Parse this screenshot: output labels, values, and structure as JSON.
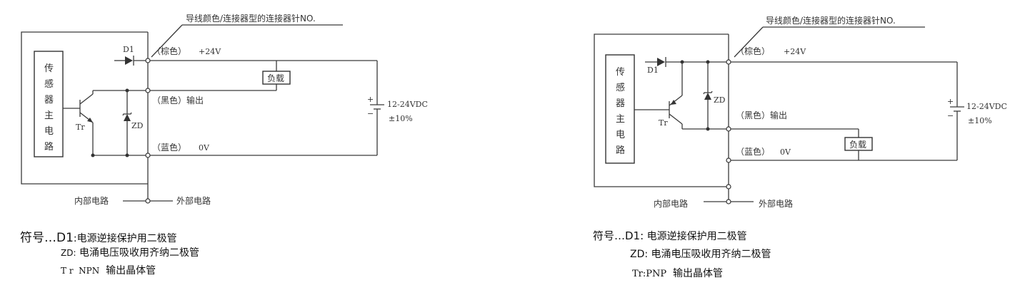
{
  "left": {
    "header": "导线颜色/连接器型的连接器针NO.",
    "sensor_chars": [
      "传",
      "感",
      "器",
      "主",
      "电",
      "路"
    ],
    "d1": "D1",
    "tr": "Tr",
    "zd": "ZD",
    "brown": "（棕色）",
    "plus24": "+24V",
    "black_out": "（黑色）输出",
    "blue": "（蓝色）",
    "zero_v": "0V",
    "load": "负载",
    "supply_v": "12-24VDC",
    "supply_tol": "±10%",
    "plus_sign": "+",
    "minus_sign": "−",
    "inner": "内部电路",
    "outer": "外部电路",
    "legend": {
      "line1_prefix": "符号…D1",
      "line1_text": ":电源逆接保护用二极管",
      "line2_prefix": "ZD:",
      "line2_text": " 电涌电压吸收用齐纳二极管",
      "line3_prefix": "T r  NPN",
      "line3_text": "  输出晶体管"
    }
  },
  "right": {
    "header": "导线颜色/连接器型的连接器针NO.",
    "sensor_chars": [
      "传",
      "感",
      "器",
      "主",
      "电",
      "路"
    ],
    "d1": "D1",
    "tr": "Tr",
    "zd": "ZD",
    "brown": "（棕色）",
    "plus24": "+24V",
    "black_out": "（黑色）输出",
    "blue": "（蓝色）",
    "zero_v": "0V",
    "load": "负载",
    "supply_v": "12-24VDC",
    "supply_tol": "±10%",
    "plus_sign": "+",
    "minus_sign": "−",
    "inner": "内部电路",
    "outer": "外部电路",
    "legend": {
      "line1_prefix": "符号…D1:",
      "line1_text": " 电源逆接保护用二极管",
      "line2_prefix": "ZD:",
      "line2_text": " 电涌电压吸收用齐纳二极管",
      "line3_prefix": "Tr:PNP",
      "line3_text": "  输出晶体管"
    }
  }
}
